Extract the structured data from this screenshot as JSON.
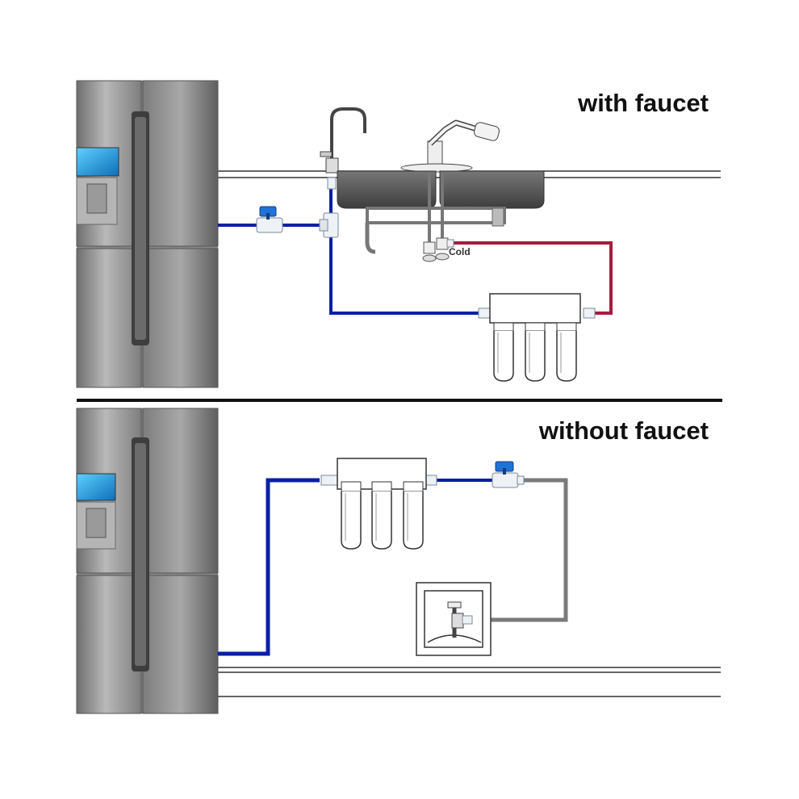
{
  "panels": {
    "top": {
      "title": "with faucet",
      "cold_label": "Cold"
    },
    "bottom": {
      "title": "without faucet"
    }
  },
  "colors": {
    "blue_line": "#0a1fa6",
    "red_line": "#a81c3f",
    "gray_line": "#7a7a7a",
    "fridge_body": "#8c8c8c",
    "display_accent": "#1aa3e0",
    "valve_handle": "#1e73d8",
    "sink": "#5a5a5a"
  },
  "icons": [
    "refrigerator-icon",
    "ball-valve-icon",
    "filter-cartridge-icon",
    "faucet-icon",
    "sink-icon",
    "wall-valve-icon"
  ]
}
